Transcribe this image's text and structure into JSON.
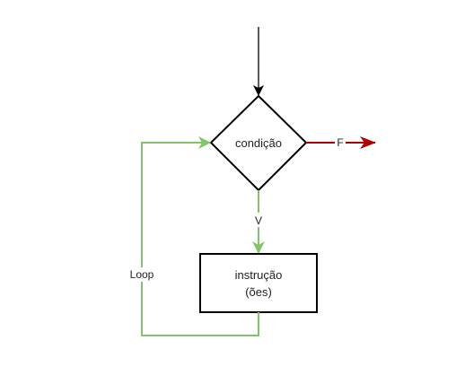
{
  "diagram": {
    "decision_label": "condição",
    "process_label_line1": "instrução",
    "process_label_line2": "(ões)",
    "true_label": "V",
    "false_label": "F",
    "loop_label": "Loop"
  },
  "colors": {
    "entry_arrow": "#000000",
    "shape_stroke": "#000000",
    "true_path": "#82c46a",
    "loop_path": "#82c46a",
    "false_path": "#b20000"
  }
}
